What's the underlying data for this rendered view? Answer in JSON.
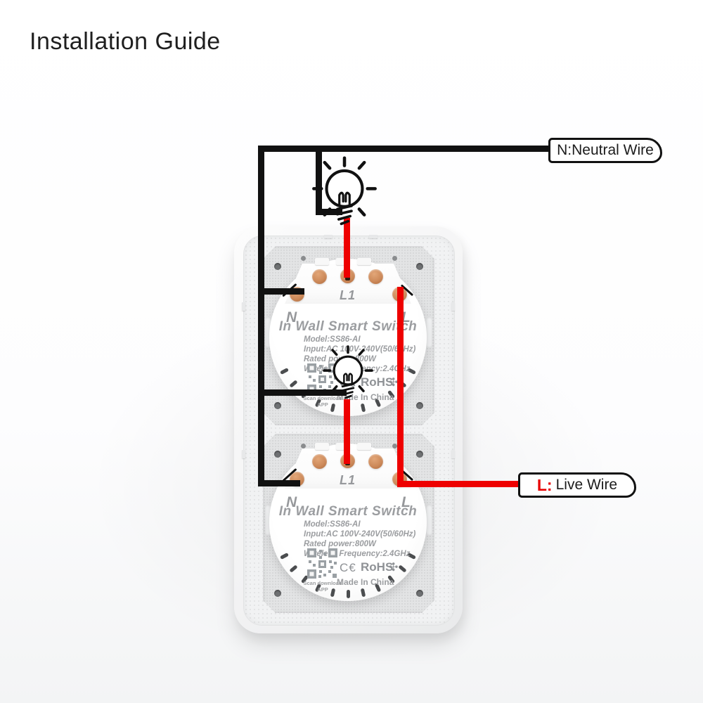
{
  "page": {
    "title": "Installation Guide"
  },
  "callouts": {
    "neutral": {
      "text": "N:Neutral Wire"
    },
    "live": {
      "prefix": "L:",
      "text": "Live Wire"
    }
  },
  "module": {
    "top_terminal_label": "L1",
    "left_terminal_label": "N",
    "right_terminal_label": "L",
    "product_name": "In Wall Smart Switch",
    "specs": [
      "Model:SS86-AI",
      "Input:AC 100V-240V(50/60Hz)",
      "Rated power:800W",
      "Wireless Frequency:2.4GHz"
    ],
    "qr_caption": "Scan download APP",
    "certs": {
      "ce": "C€",
      "rohs": "RoHS",
      "eco_icon": "✣"
    },
    "made_in": "Made In China"
  },
  "colors": {
    "live_wire": "#ee0000",
    "neutral_wire": "#111111",
    "terminal_copper": "#cd8a5a"
  }
}
